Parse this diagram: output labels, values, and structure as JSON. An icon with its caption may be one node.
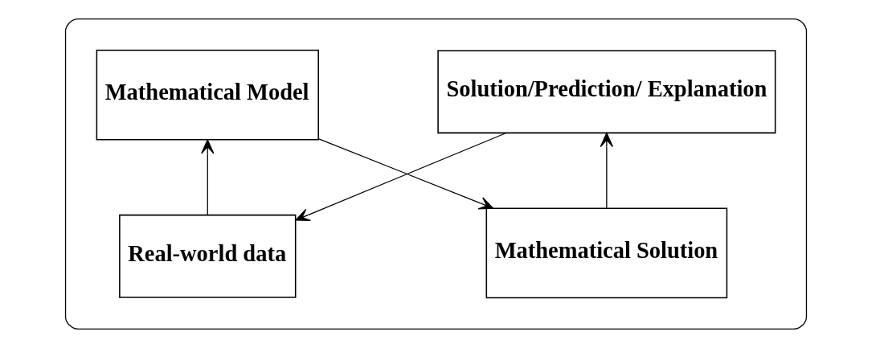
{
  "diagram": {
    "nodes": [
      {
        "text": [],
        "shape": "box"
      },
      {
        "text": [
          "Real-world data"
        ],
        "in": 0
      },
      {
        "text": [
          "Solution/Prediction/ Explanation"
        ],
        "in": 0
      },
      {
        "text": [
          "Mathematical Model"
        ],
        "in": 0
      },
      {
        "text": [
          "Mathematical Solution"
        ],
        "in": 0
      }
    ],
    "edges": [
      {
        "from": 2,
        "to": 1,
        "arrow": "to"
      },
      {
        "from": 1,
        "to": 3,
        "arrow": "to"
      },
      {
        "from": 3,
        "to": 4,
        "arrow": "to"
      },
      {
        "from": 4,
        "to": 2,
        "arrow": "to"
      }
    ]
  }
}
